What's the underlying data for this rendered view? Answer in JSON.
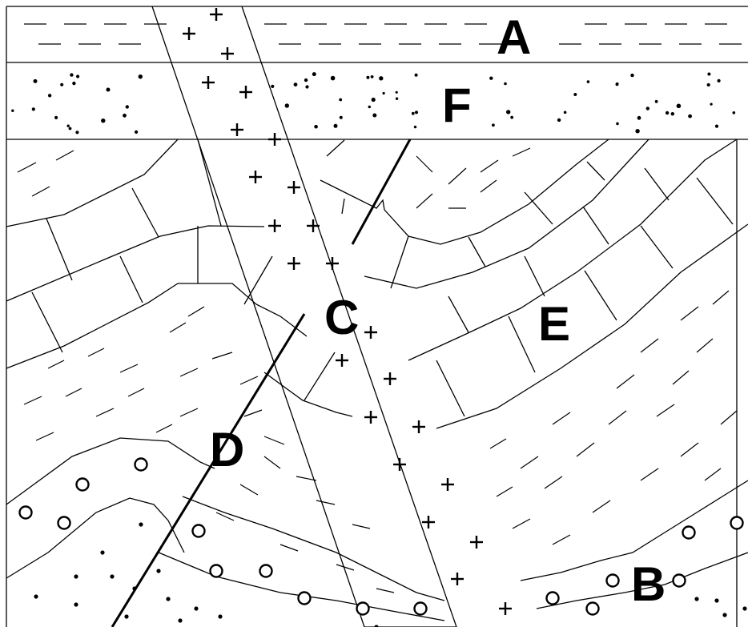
{
  "figure": {
    "labels": {
      "a": "A",
      "f": "F",
      "c": "C",
      "e": "E",
      "d": "D",
      "b": "B"
    }
  }
}
